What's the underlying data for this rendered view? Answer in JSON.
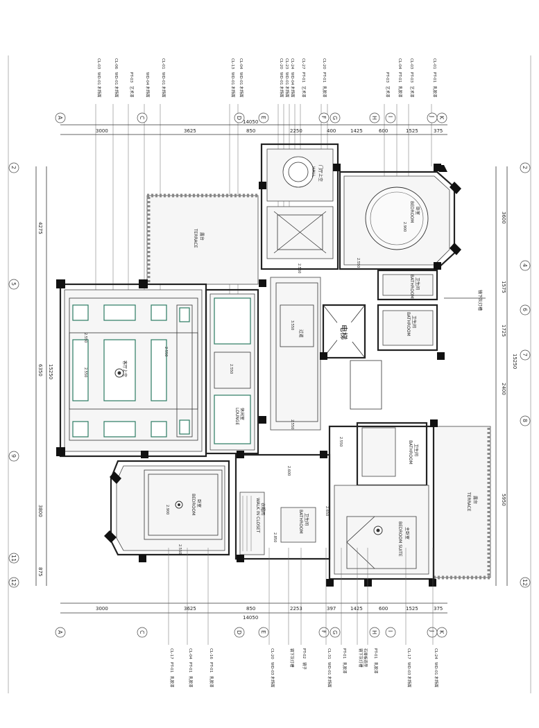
{
  "dims": {
    "top_total": "14050",
    "bottom_total": "14050",
    "top": [
      "3000",
      "3625",
      "850",
      "2250",
      "400",
      "1425",
      "600",
      "1525",
      "375"
    ],
    "bottom": [
      "3000",
      "3625",
      "850",
      "2253",
      "397",
      "1425",
      "600",
      "1525",
      "375"
    ],
    "left": [
      "4275",
      "6350",
      "3800",
      "875"
    ],
    "left_total": "15250",
    "right": [
      "3600",
      "1575",
      "1725",
      "2400",
      "5950"
    ],
    "right_total": "15250"
  },
  "grid": {
    "top": [
      "A",
      "C",
      "D",
      "E",
      "F",
      "G",
      "H",
      "I",
      "J",
      "K"
    ],
    "bottom": [
      "A",
      "C",
      "D",
      "E",
      "F",
      "G",
      "H",
      "I",
      "J",
      "K"
    ],
    "left": [
      "2",
      "5",
      "9",
      "11",
      "12"
    ],
    "right": [
      "2",
      "4",
      "6",
      "7",
      "8",
      "12"
    ]
  },
  "rooms": {
    "terrace_top_cn": "露台",
    "terrace_top_en": "TERRACE",
    "living_cn": "客厅上空",
    "lounge_cn": "休闲室",
    "lounge_en": "LOUNGE",
    "bedroom_left_cn": "卧室",
    "bedroom_left_en": "BEDROOM",
    "closet_cn": "衣帽间",
    "closet_en": "WALK IN CLOSET",
    "bath_mid_cn": "卫生间",
    "bath_mid_en": "BATHROOM",
    "elevator_cn": "电梯",
    "corridor_cn": "过道",
    "hall_cn": "门厅上空",
    "hall_en": "HALL",
    "bedroom_top_cn": "卧室",
    "bedroom_top_en": "BEDROOM",
    "bath1_cn": "卫生间",
    "bath1_en": "BATHROOM",
    "bath2_cn": "卫生间",
    "bath2_en": "BATHROOM",
    "bath3_cn": "卫生间",
    "bath3_en": "BATHROOM",
    "master_cn": "主卧室",
    "master_en": "BEDROOM SUITE",
    "terrace_bottom_cn": "露台",
    "terrace_bottom_en": "TERRACE",
    "note_right": "镜下灰灯槽"
  },
  "legends": {
    "top": [
      [
        "CL-03",
        "WD-01",
        "木饰面"
      ],
      [
        "CL-06",
        "WD-01",
        "木饰面"
      ],
      [
        "PT-03",
        "艺术漆"
      ],
      [
        "WD-04",
        "木饰面"
      ],
      [
        "CL-01",
        "WD-01",
        "木饰面"
      ],
      [
        "CL-13",
        "WD-01",
        "木饰面"
      ],
      [
        "CL-04",
        "WD-01",
        "木饰面"
      ],
      [
        "CL-20",
        "WD-01",
        "木饰面"
      ],
      [
        "CL-23",
        "WD-01",
        "木饰面"
      ],
      [
        "CL-24",
        "WD-04",
        "木饰面"
      ],
      [
        "CL-27",
        "PT-01",
        "艺术漆"
      ],
      [
        "CL-20",
        "PT-01",
        "乳胶漆"
      ],
      [
        "PT-03",
        "艺术漆"
      ],
      [
        "CL-04",
        "PT-01",
        "乳胶漆"
      ],
      [
        "CL-03",
        "PT-03",
        "艺术漆"
      ],
      [
        "CL-01",
        "PT-01",
        "乳胶漆"
      ]
    ],
    "bottom": [
      [
        "CL-17",
        "PT-01",
        "乳胶漆"
      ],
      [
        "CL-04",
        "PT-01",
        "乳胶漆"
      ],
      [
        "CL-16",
        "PT-01",
        "乳胶漆"
      ],
      [
        "CL-20",
        "WD-03",
        "木饰面"
      ],
      [
        "镜下灰灯槽"
      ],
      [
        "PT-02",
        "镜子"
      ],
      [
        "CL-31",
        "WD-01",
        "木饰面"
      ],
      [
        "PT-01",
        "乳胶漆"
      ],
      [
        "镜下灰灯槽",
        "石膏板造型"
      ],
      [
        "PT-01",
        "乳胶漆"
      ],
      [
        "CL-17",
        "WD-03",
        "木饰面"
      ],
      [
        "CL-24",
        "WD-01",
        "木饰面"
      ]
    ]
  },
  "heights": {
    "h1": "2.550",
    "h2": "2.550",
    "h3": "2.550",
    "h4": "2.550",
    "h5": "2.550",
    "h6": "3.550",
    "h7": "2.550",
    "h8": "2.550",
    "h9": "2.900",
    "h10": "2.900",
    "h11": "2.550",
    "h12": "2.550",
    "h13": "2.850",
    "h14": "2.650",
    "h15": "2.600"
  }
}
